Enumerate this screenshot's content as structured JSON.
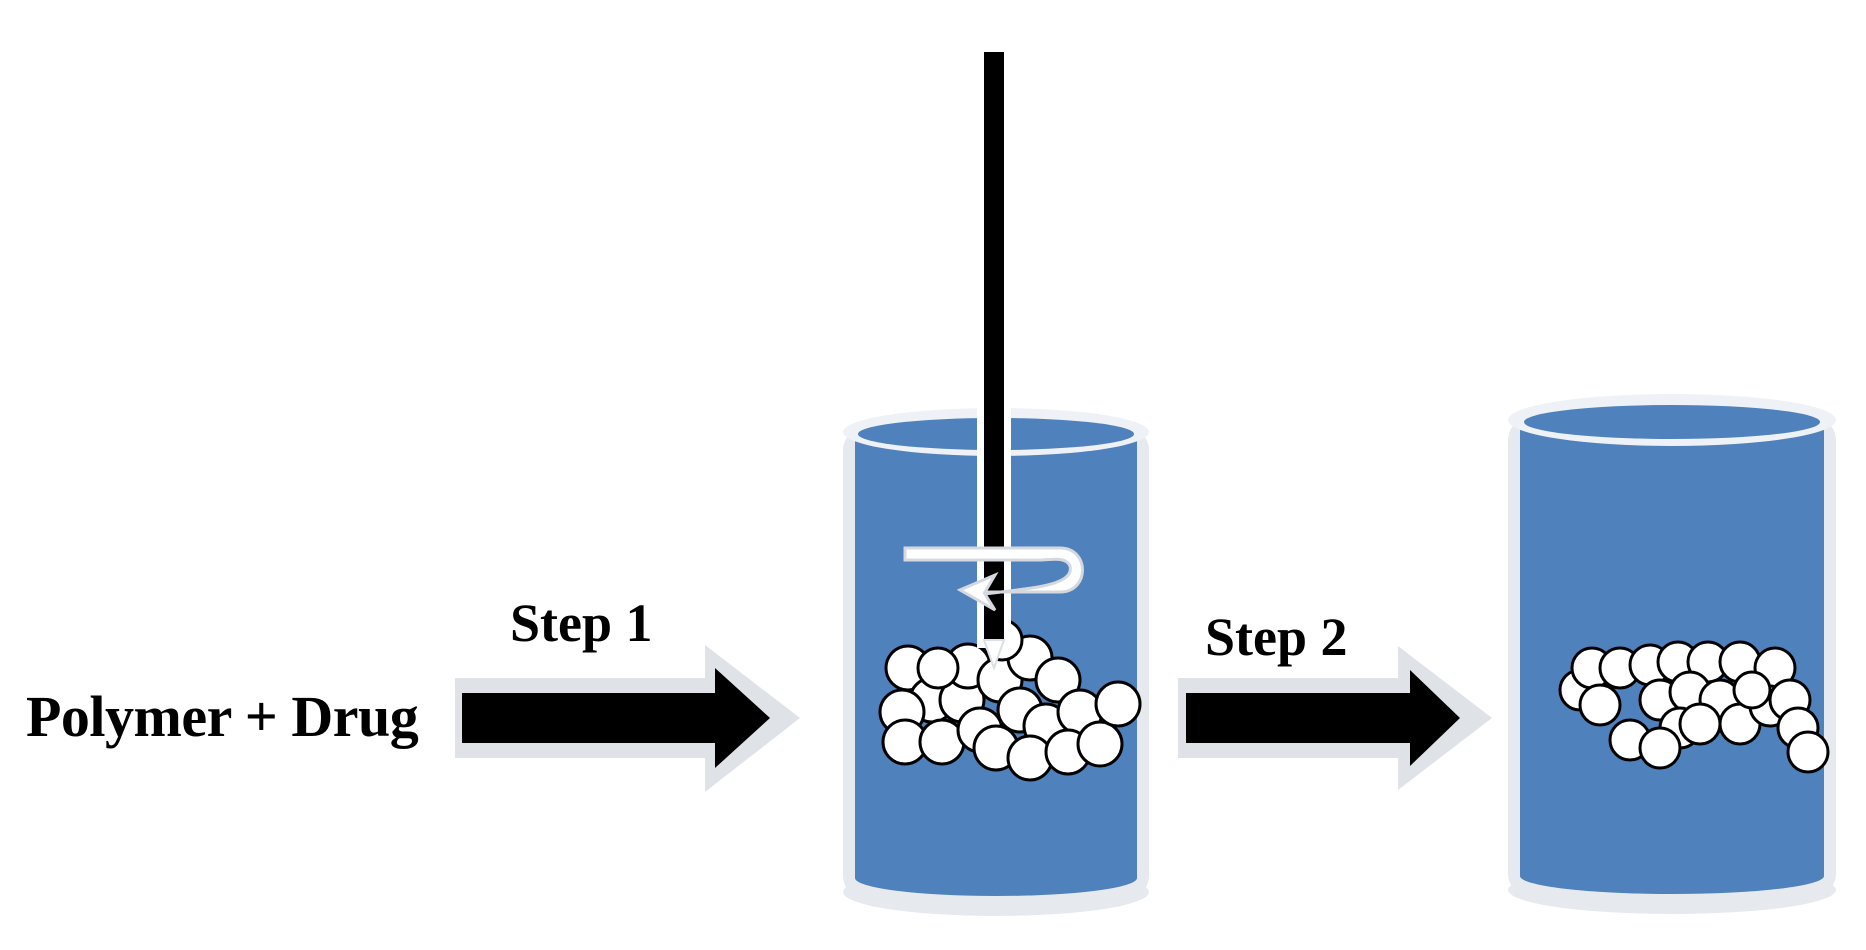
{
  "diagram": {
    "input_label": "Polymer + Drug",
    "step1_label": "Step 1",
    "step2_label": "Step 2",
    "colors": {
      "liquid": "#4f81bd",
      "liquid_dark": "#2f5f95",
      "beaker_rim": "#eef1f5",
      "arrow": "#000000",
      "arrow_shadow": "#d9dde3",
      "particle_fill": "#ffffff",
      "particle_stroke": "#000000",
      "stirrer": "#000000"
    },
    "icons": {
      "arrow": "right-arrow-icon",
      "stirrer": "stirrer-icon",
      "beaker": "beaker-icon",
      "particles": "particle-cluster-icon"
    }
  }
}
